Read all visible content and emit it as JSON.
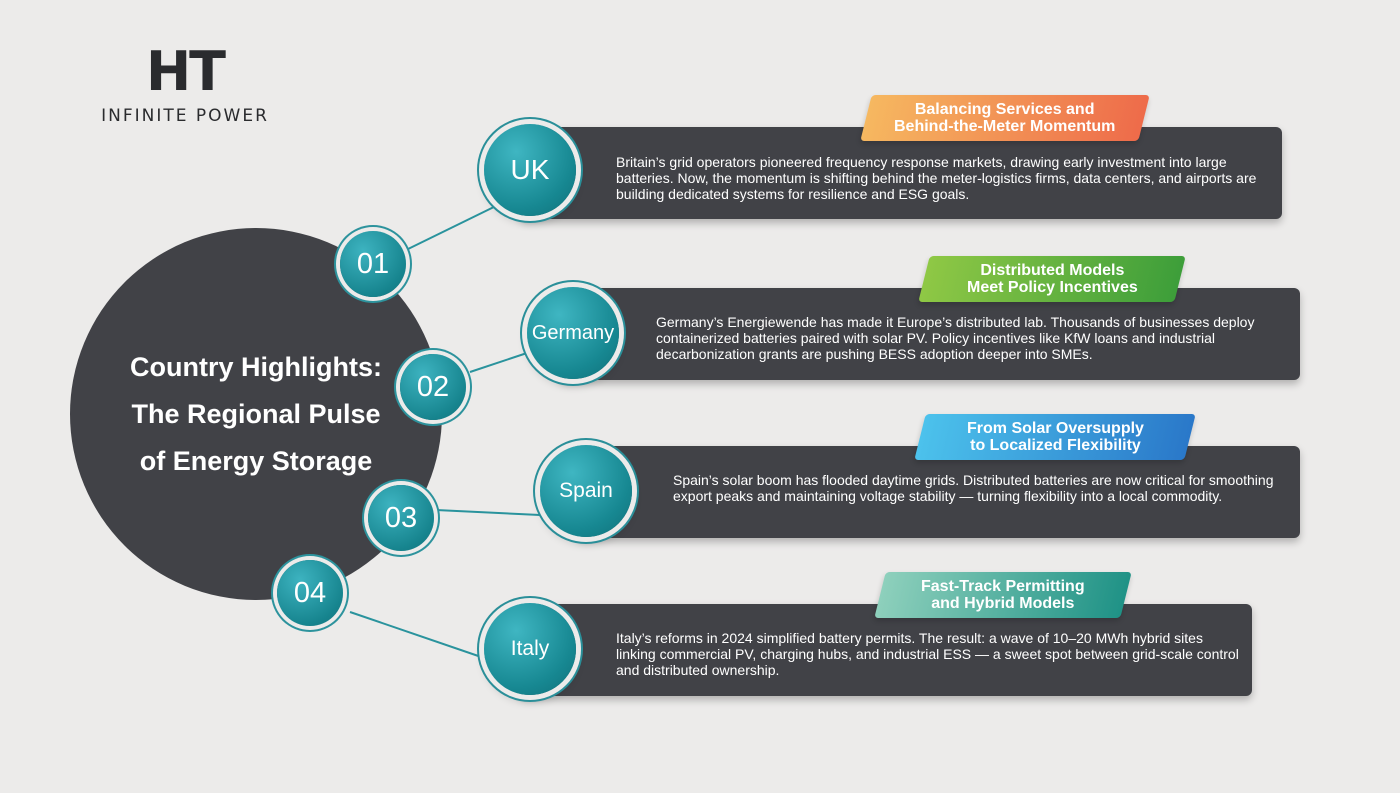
{
  "logo": {
    "mark": "HT",
    "name": "INFINITE POWER"
  },
  "hub": {
    "title": "Country Highlights:\nThe Regional Pulse\nof Energy Storage"
  },
  "colors": {
    "background": "#ecebea",
    "card": "#414247",
    "teal": "#1b8f99",
    "tag_uk": [
      "#f6b860",
      "#ee6b4a"
    ],
    "tag_germany": [
      "#8fc845",
      "#3d9e3a"
    ],
    "tag_spain": [
      "#4cc2ec",
      "#2a78c9"
    ],
    "tag_italy": [
      "#8ed0bc",
      "#1f9286"
    ]
  },
  "items": [
    {
      "number": "01",
      "country": "UK",
      "tag": "Balancing Services and\nBehind-the-Meter Momentum",
      "text": "Britain’s grid operators pioneered frequency response markets, drawing early investment into large batteries. Now, the momentum is shifting behind the meter-logistics firms, data centers, and airports are building dedicated systems for resilience and ESG goals."
    },
    {
      "number": "02",
      "country": "Germany",
      "tag": "Distributed Models\nMeet Policy Incentives",
      "text": "Germany’s Energiewende has made it Europe’s distributed lab. Thousands of businesses deploy containerized batteries paired with solar PV. Policy incentives like KfW loans and industrial decarbonization grants are pushing BESS adoption deeper into SMEs."
    },
    {
      "number": "03",
      "country": "Spain",
      "tag": "From Solar Oversupply\nto Localized Flexibility",
      "text": "Spain’s solar boom has flooded daytime grids. Distributed batteries are now critical for smoothing export peaks and maintaining voltage stability — turning flexibility into a local commodity."
    },
    {
      "number": "04",
      "country": "Italy",
      "tag": "Fast-Track Permitting\nand Hybrid Models",
      "text": "Italy’s reforms in 2024 simplified battery permits. The result: a wave of 10–20 MWh hybrid sites linking commercial PV, charging hubs, and industrial ESS — a sweet spot between grid-scale control and distributed ownership."
    }
  ]
}
